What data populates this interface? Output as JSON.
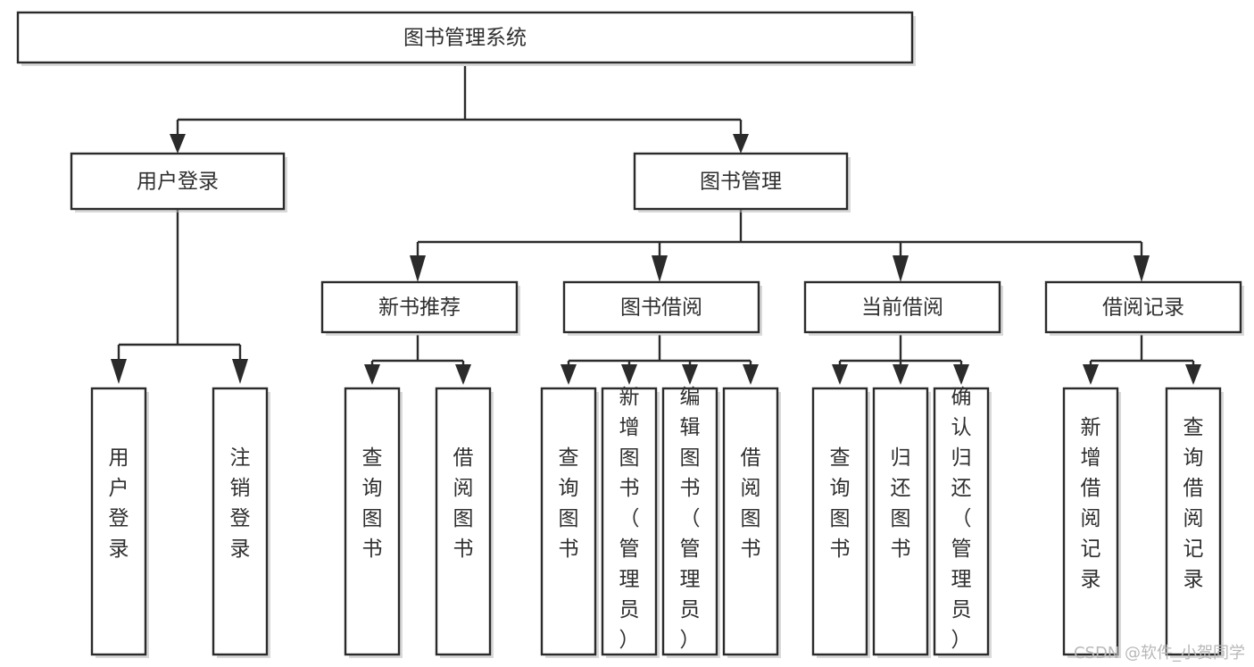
{
  "diagram": {
    "type": "tree",
    "title": "图书管理系统",
    "orientation": "top-down",
    "colors": {
      "background": "#ffffff",
      "box_fill": "#ffffff",
      "box_stroke": "#2b2b2b",
      "text": "#2f2f2f",
      "connector": "#2b2b2b",
      "shadow": "#b9b9b9",
      "watermark": "#b8b8b8"
    },
    "root": {
      "label": "图书管理系统"
    },
    "level2": [
      {
        "label": "用户登录"
      },
      {
        "label": "图书管理"
      }
    ],
    "level3": [
      {
        "label": "新书推荐"
      },
      {
        "label": "图书借阅"
      },
      {
        "label": "当前借阅"
      },
      {
        "label": "借阅记录"
      }
    ],
    "leaves": {
      "user_login": [
        {
          "label": "用户登录"
        },
        {
          "label": "注销登录"
        }
      ],
      "new_book_recommend": [
        {
          "label": "查询图书"
        },
        {
          "label": "借阅图书"
        }
      ],
      "book_borrow": [
        {
          "label": "查询图书"
        },
        {
          "label": "新增图书（管理员）"
        },
        {
          "label": "编辑图书（管理员）"
        },
        {
          "label": "借阅图书"
        }
      ],
      "current_borrow": [
        {
          "label": "查询图书"
        },
        {
          "label": "归还图书"
        },
        {
          "label": "确认归还（管理员）"
        }
      ],
      "borrow_record": [
        {
          "label": "新增借阅记录"
        },
        {
          "label": "查询借阅记录"
        }
      ]
    }
  },
  "watermark": {
    "text": "CSDN @软件_小贺同学"
  }
}
